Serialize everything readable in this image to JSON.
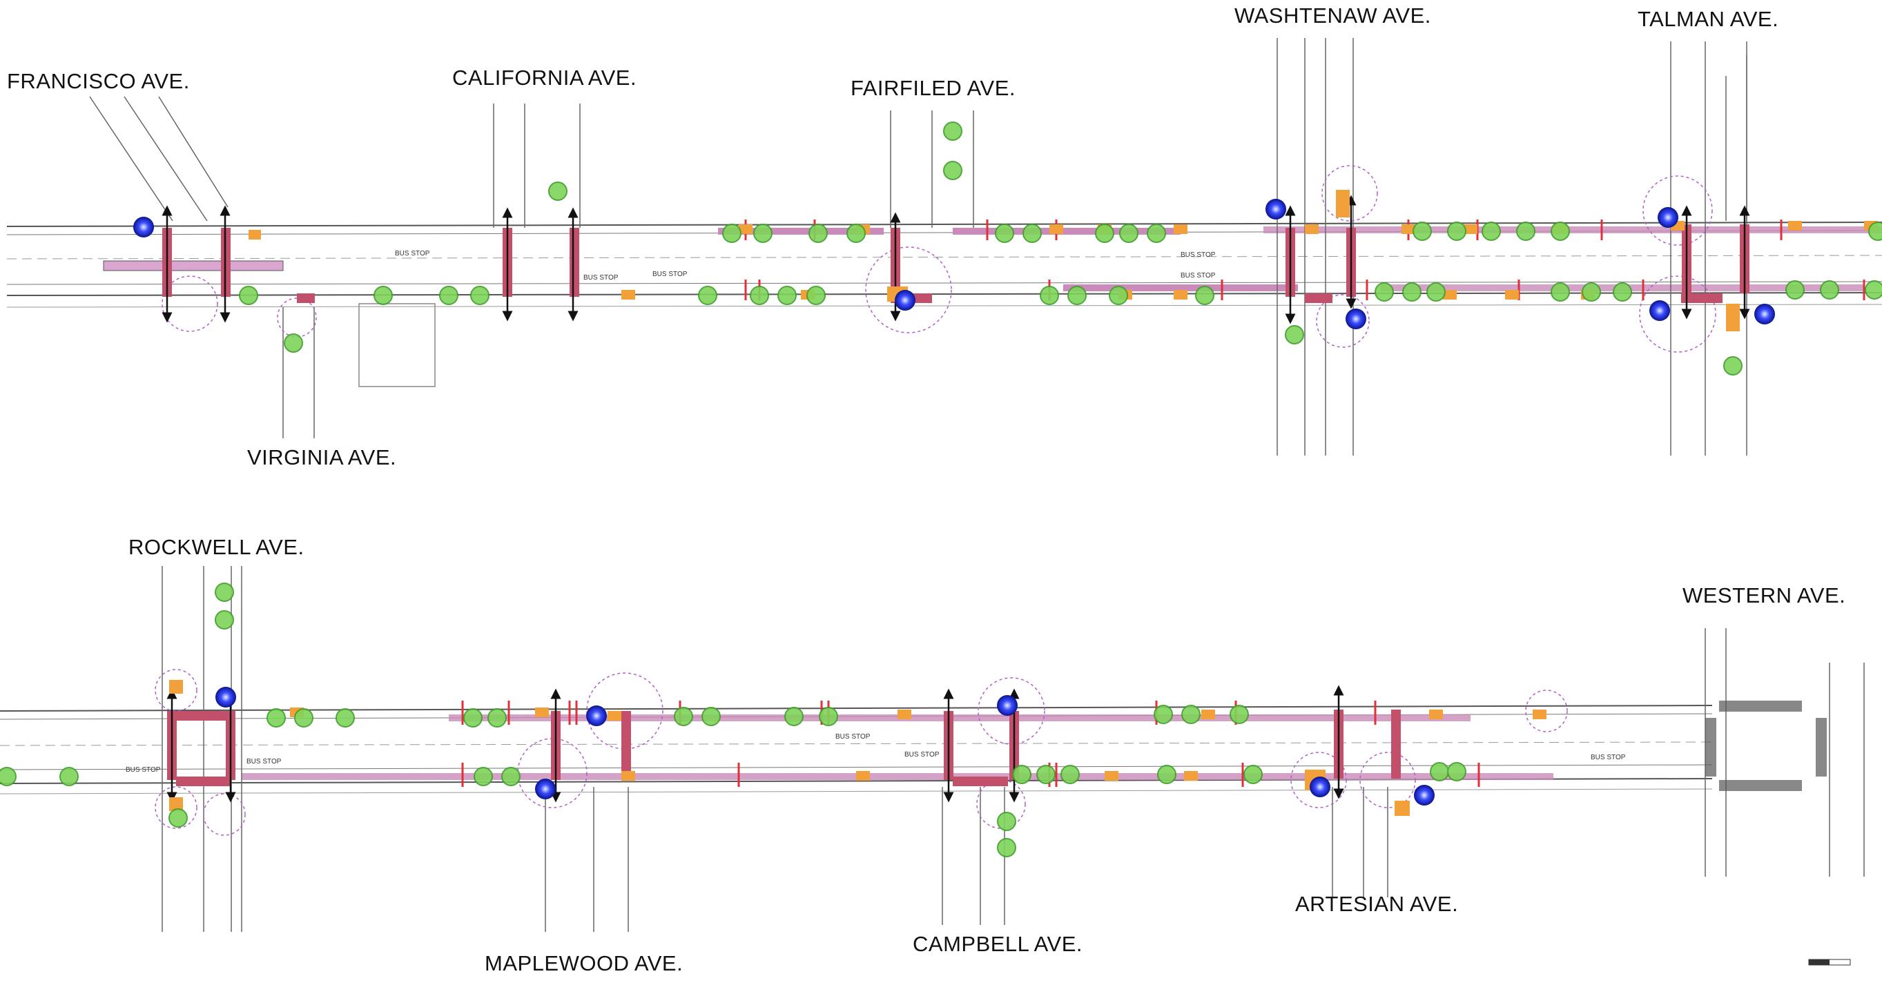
{
  "plan": {
    "street_labels": {
      "francisco": "FRANCISCO AVE.",
      "california": "CALIFORNIA AVE.",
      "fairfiled": "FAIRFILED AVE.",
      "washtenaw": "WASHTENAW AVE.",
      "talman": "TALMAN AVE.",
      "virginia": "VIRGINIA AVE.",
      "rockwell": "ROCKWELL AVE.",
      "western": "WESTERN AVE.",
      "maplewood": "MAPLEWOOD AVE.",
      "campbell": "CAMPBELL AVE.",
      "artesian": "ARTESIAN AVE."
    },
    "bus_stop_label": "BUS STOP",
    "colors": {
      "tree": "#7fd45a",
      "tree_ring": "#3f9e2a",
      "crosswalk": "#c2506a",
      "planter": "#c98bb9",
      "bench": "#f2a13a",
      "bollard": "#e0303a",
      "light": "#1b2ad0",
      "bus_shelter_dot": "#27c4c4",
      "curb_line": "#444444",
      "dashed_circle": "#b05fc8"
    },
    "icons": [
      "tree-icon",
      "street-light-icon",
      "crosswalk-arrow-icon",
      "bus-stop-icon"
    ]
  }
}
